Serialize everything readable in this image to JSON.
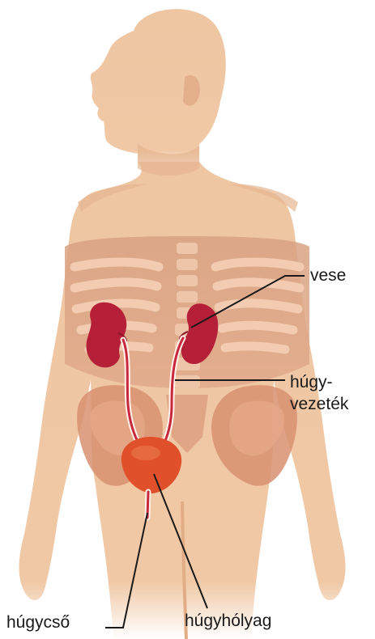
{
  "labels": {
    "kidney": "vese",
    "ureter_line1": "húgy-",
    "ureter_line2": "vezeték",
    "urethra": "húgycső",
    "bladder": "húgyhólyag"
  },
  "colors": {
    "skin": "#f0c7a3",
    "skin_shadow": "#e2ad86",
    "torso_inner": "#d49a7c",
    "ribs": "#efc4ab",
    "kidney": "#b51f37",
    "bladder": "#e0502a",
    "ureter": "#c8283c",
    "pelvis": "#d98f72"
  }
}
